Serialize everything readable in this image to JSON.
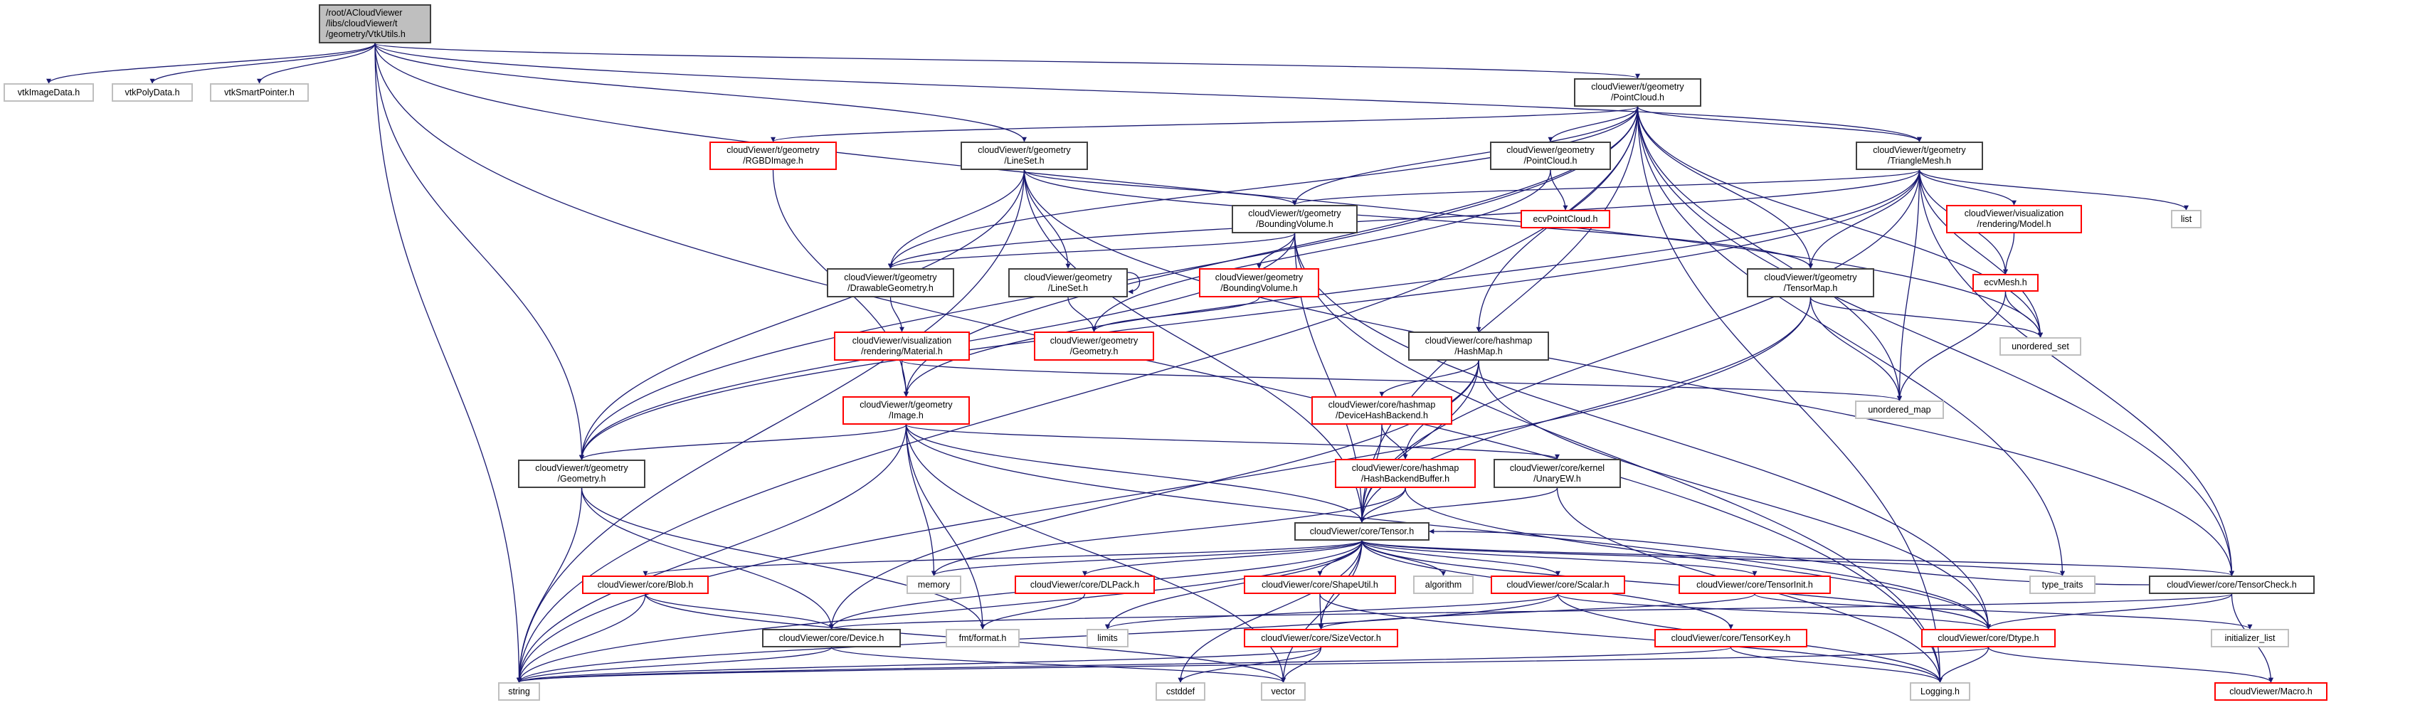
{
  "graph": {
    "type": "include-dependency-graph",
    "colors": {
      "edge": "#191970",
      "documented_border": "#404040",
      "undocumented_border": "#ff0000",
      "system_border": "#bfbfbf",
      "root_fill": "#bfbfbf"
    },
    "nodes": [
      {
        "id": "root",
        "label": "/root/ACloudViewer\n/libs/cloudViewer/t\n/geometry/VtkUtils.h",
        "kind": "root"
      },
      {
        "id": "vtkImageData",
        "label": "vtkImageData.h",
        "kind": "system"
      },
      {
        "id": "vtkPolyData",
        "label": "vtkPolyData.h",
        "kind": "system"
      },
      {
        "id": "vtkSmartPointer",
        "label": "vtkSmartPointer.h",
        "kind": "system"
      },
      {
        "id": "tPointCloud",
        "label": "cloudViewer/t/geometry\n/PointCloud.h",
        "kind": "doc"
      },
      {
        "id": "RGBDImage",
        "label": "cloudViewer/t/geometry\n/RGBDImage.h",
        "kind": "undoc"
      },
      {
        "id": "tLineSet",
        "label": "cloudViewer/t/geometry\n/LineSet.h",
        "kind": "doc"
      },
      {
        "id": "gPointCloud",
        "label": "cloudViewer/geometry\n/PointCloud.h",
        "kind": "doc"
      },
      {
        "id": "TriangleMesh",
        "label": "cloudViewer/t/geometry\n/TriangleMesh.h",
        "kind": "doc"
      },
      {
        "id": "BoundingVolume",
        "label": "cloudViewer/t/geometry\n/BoundingVolume.h",
        "kind": "doc"
      },
      {
        "id": "ecvPointCloud",
        "label": "ecvPointCloud.h",
        "kind": "undoc"
      },
      {
        "id": "Model",
        "label": "cloudViewer/visualization\n/rendering/Model.h",
        "kind": "undoc"
      },
      {
        "id": "list",
        "label": "list",
        "kind": "system"
      },
      {
        "id": "Drawable",
        "label": "cloudViewer/t/geometry\n/DrawableGeometry.h",
        "kind": "doc"
      },
      {
        "id": "gLineSet",
        "label": "cloudViewer/geometry\n/LineSet.h",
        "kind": "doc"
      },
      {
        "id": "gBoundingVolume",
        "label": "cloudViewer/geometry\n/BoundingVolume.h",
        "kind": "undoc"
      },
      {
        "id": "TensorMap",
        "label": "cloudViewer/t/geometry\n/TensorMap.h",
        "kind": "doc"
      },
      {
        "id": "ecvMesh",
        "label": "ecvMesh.h",
        "kind": "undoc"
      },
      {
        "id": "Material",
        "label": "cloudViewer/visualization\n/rendering/Material.h",
        "kind": "undoc"
      },
      {
        "id": "gGeometry",
        "label": "cloudViewer/geometry\n/Geometry.h",
        "kind": "undoc"
      },
      {
        "id": "HashMap",
        "label": "cloudViewer/core/hashmap\n/HashMap.h",
        "kind": "doc"
      },
      {
        "id": "unordered_set",
        "label": "unordered_set",
        "kind": "system"
      },
      {
        "id": "Image",
        "label": "cloudViewer/t/geometry\n/Image.h",
        "kind": "undoc"
      },
      {
        "id": "DeviceHashBackend",
        "label": "cloudViewer/core/hashmap\n/DeviceHashBackend.h",
        "kind": "undoc"
      },
      {
        "id": "unordered_map",
        "label": "unordered_map",
        "kind": "system"
      },
      {
        "id": "tGeometry",
        "label": "cloudViewer/t/geometry\n/Geometry.h",
        "kind": "doc"
      },
      {
        "id": "HashBackendBuffer",
        "label": "cloudViewer/core/hashmap\n/HashBackendBuffer.h",
        "kind": "undoc"
      },
      {
        "id": "UnaryEW",
        "label": "cloudViewer/core/kernel\n/UnaryEW.h",
        "kind": "doc"
      },
      {
        "id": "Tensor",
        "label": "cloudViewer/core/Tensor.h",
        "kind": "doc"
      },
      {
        "id": "Blob",
        "label": "cloudViewer/core/Blob.h",
        "kind": "undoc"
      },
      {
        "id": "memory",
        "label": "memory",
        "kind": "system"
      },
      {
        "id": "DLPack",
        "label": "cloudViewer/core/DLPack.h",
        "kind": "undoc"
      },
      {
        "id": "ShapeUtil",
        "label": "cloudViewer/core/ShapeUtil.h",
        "kind": "undoc"
      },
      {
        "id": "algorithm",
        "label": "algorithm",
        "kind": "system"
      },
      {
        "id": "Scalar",
        "label": "cloudViewer/core/Scalar.h",
        "kind": "undoc"
      },
      {
        "id": "TensorInit",
        "label": "cloudViewer/core/TensorInit.h",
        "kind": "undoc"
      },
      {
        "id": "type_traits",
        "label": "type_traits",
        "kind": "system"
      },
      {
        "id": "TensorCheck",
        "label": "cloudViewer/core/TensorCheck.h",
        "kind": "doc"
      },
      {
        "id": "Device",
        "label": "cloudViewer/core/Device.h",
        "kind": "doc"
      },
      {
        "id": "fmt",
        "label": "fmt/format.h",
        "kind": "system"
      },
      {
        "id": "limits",
        "label": "limits",
        "kind": "system"
      },
      {
        "id": "SizeVector",
        "label": "cloudViewer/core/SizeVector.h",
        "kind": "undoc"
      },
      {
        "id": "TensorKey",
        "label": "cloudViewer/core/TensorKey.h",
        "kind": "undoc"
      },
      {
        "id": "Dtype",
        "label": "cloudViewer/core/Dtype.h",
        "kind": "undoc"
      },
      {
        "id": "initializer_list",
        "label": "initializer_list",
        "kind": "system"
      },
      {
        "id": "string",
        "label": "string",
        "kind": "system"
      },
      {
        "id": "cstddef",
        "label": "cstddef",
        "kind": "system"
      },
      {
        "id": "vector",
        "label": "vector",
        "kind": "system"
      },
      {
        "id": "Logging",
        "label": "Logging.h",
        "kind": "system"
      },
      {
        "id": "Macro",
        "label": "cloudViewer/Macro.h",
        "kind": "undoc"
      }
    ],
    "edges": [
      [
        "root",
        "vtkImageData"
      ],
      [
        "root",
        "vtkPolyData"
      ],
      [
        "root",
        "vtkSmartPointer"
      ],
      [
        "root",
        "string"
      ],
      [
        "root",
        "tGeometry"
      ],
      [
        "root",
        "tLineSet"
      ],
      [
        "root",
        "tPointCloud"
      ],
      [
        "root",
        "TriangleMesh"
      ],
      [
        "root",
        "unordered_set"
      ],
      [
        "root",
        "Logging"
      ],
      [
        "tPointCloud",
        "RGBDImage"
      ],
      [
        "tPointCloud",
        "string"
      ],
      [
        "tPointCloud",
        "tGeometry"
      ],
      [
        "tPointCloud",
        "Drawable"
      ],
      [
        "tPointCloud",
        "Image"
      ],
      [
        "tPointCloud",
        "BoundingVolume"
      ],
      [
        "tPointCloud",
        "gPointCloud"
      ],
      [
        "tPointCloud",
        "HashMap"
      ],
      [
        "tPointCloud",
        "Tensor"
      ],
      [
        "tPointCloud",
        "TensorMap"
      ],
      [
        "tPointCloud",
        "TriangleMesh"
      ],
      [
        "tPointCloud",
        "TensorCheck"
      ],
      [
        "tPointCloud",
        "unordered_map"
      ],
      [
        "tPointCloud",
        "unordered_set"
      ],
      [
        "tPointCloud",
        "type_traits"
      ],
      [
        "tPointCloud",
        "Logging"
      ],
      [
        "tLineSet",
        "Drawable"
      ],
      [
        "tLineSet",
        "gLineSet"
      ],
      [
        "tLineSet",
        "tGeometry"
      ],
      [
        "tLineSet",
        "BoundingVolume"
      ],
      [
        "tLineSet",
        "Tensor"
      ],
      [
        "tLineSet",
        "string"
      ],
      [
        "tLineSet",
        "TensorMap"
      ],
      [
        "tLineSet",
        "TensorCheck"
      ],
      [
        "gPointCloud",
        "ecvPointCloud"
      ],
      [
        "gPointCloud",
        "gGeometry"
      ],
      [
        "gLineSet",
        "gLineSet"
      ],
      [
        "gLineSet",
        "gGeometry"
      ],
      [
        "BoundingVolume",
        "Drawable"
      ],
      [
        "BoundingVolume",
        "gBoundingVolume"
      ],
      [
        "BoundingVolume",
        "tGeometry"
      ],
      [
        "BoundingVolume",
        "Tensor"
      ],
      [
        "BoundingVolume",
        "Dtype"
      ],
      [
        "BoundingVolume",
        "Logging"
      ],
      [
        "gBoundingVolume",
        "gGeometry"
      ],
      [
        "Drawable",
        "Material"
      ],
      [
        "Material",
        "Image"
      ],
      [
        "Material",
        "unordered_map"
      ],
      [
        "RGBDImage",
        "Image"
      ],
      [
        "Image",
        "tGeometry"
      ],
      [
        "Image",
        "Tensor"
      ],
      [
        "Image",
        "memory"
      ],
      [
        "Image",
        "string"
      ],
      [
        "Image",
        "UnaryEW"
      ],
      [
        "Image",
        "Dtype"
      ],
      [
        "Image",
        "fmt"
      ],
      [
        "Image",
        "vector"
      ],
      [
        "TriangleMesh",
        "Model"
      ],
      [
        "TriangleMesh",
        "ecvMesh"
      ],
      [
        "TriangleMesh",
        "list"
      ],
      [
        "TriangleMesh",
        "TensorMap"
      ],
      [
        "TriangleMesh",
        "BoundingVolume"
      ],
      [
        "TriangleMesh",
        "tGeometry"
      ],
      [
        "TriangleMesh",
        "Drawable"
      ],
      [
        "TriangleMesh",
        "Tensor"
      ],
      [
        "TriangleMesh",
        "TensorCheck"
      ],
      [
        "TriangleMesh",
        "unordered_map"
      ],
      [
        "TriangleMesh",
        "unordered_set"
      ],
      [
        "TriangleMesh",
        "Image"
      ],
      [
        "Model",
        "ecvMesh"
      ],
      [
        "ecvMesh",
        "unordered_set"
      ],
      [
        "ecvMesh",
        "unordered_map"
      ],
      [
        "TensorMap",
        "unordered_map"
      ],
      [
        "TensorMap",
        "unordered_set"
      ],
      [
        "TensorMap",
        "Tensor"
      ],
      [
        "TensorMap",
        "string"
      ],
      [
        "HashMap",
        "DeviceHashBackend"
      ],
      [
        "HashMap",
        "HashBackendBuffer"
      ],
      [
        "HashMap",
        "Tensor"
      ],
      [
        "HashMap",
        "Device"
      ],
      [
        "HashMap",
        "Dtype"
      ],
      [
        "DeviceHashBackend",
        "HashBackendBuffer"
      ],
      [
        "DeviceHashBackend",
        "Tensor"
      ],
      [
        "HashBackendBuffer",
        "Tensor"
      ],
      [
        "HashBackendBuffer",
        "memory"
      ],
      [
        "HashBackendBuffer",
        "Dtype"
      ],
      [
        "UnaryEW",
        "Tensor"
      ],
      [
        "UnaryEW",
        "Logging"
      ],
      [
        "tGeometry",
        "string"
      ],
      [
        "tGeometry",
        "Device"
      ],
      [
        "tGeometry",
        "fmt"
      ],
      [
        "Tensor",
        "memory"
      ],
      [
        "Tensor",
        "DLPack"
      ],
      [
        "Tensor",
        "ShapeUtil"
      ],
      [
        "Tensor",
        "algorithm"
      ],
      [
        "Tensor",
        "Scalar"
      ],
      [
        "Tensor",
        "TensorInit"
      ],
      [
        "Tensor",
        "TensorKey"
      ],
      [
        "Tensor",
        "SizeVector"
      ],
      [
        "Tensor",
        "cstddef"
      ],
      [
        "Tensor",
        "Device"
      ],
      [
        "Tensor",
        "Blob"
      ],
      [
        "Tensor",
        "string"
      ],
      [
        "Tensor",
        "type_traits"
      ],
      [
        "Tensor",
        "TensorCheck"
      ],
      [
        "Tensor",
        "Dtype"
      ],
      [
        "Tensor",
        "vector"
      ],
      [
        "Tensor",
        "limits"
      ],
      [
        "TensorCheck",
        "Dtype"
      ],
      [
        "TensorCheck",
        "Device"
      ],
      [
        "TensorCheck",
        "Macro"
      ],
      [
        "TensorCheck",
        "Tensor"
      ],
      [
        "Blob",
        "Device"
      ],
      [
        "Blob",
        "string"
      ],
      [
        "Blob",
        "vector"
      ],
      [
        "Device",
        "string"
      ],
      [
        "Device",
        "vector"
      ],
      [
        "DLPack",
        "fmt"
      ],
      [
        "ShapeUtil",
        "SizeVector"
      ],
      [
        "ShapeUtil",
        "Logging"
      ],
      [
        "Scalar",
        "Dtype"
      ],
      [
        "Scalar",
        "Logging"
      ],
      [
        "Scalar",
        "string"
      ],
      [
        "Scalar",
        "limits"
      ],
      [
        "TensorInit",
        "initializer_list"
      ],
      [
        "TensorInit",
        "SizeVector"
      ],
      [
        "TensorKey",
        "Logging"
      ],
      [
        "TensorKey",
        "string"
      ],
      [
        "SizeVector",
        "cstddef"
      ],
      [
        "SizeVector",
        "vector"
      ],
      [
        "SizeVector",
        "string"
      ],
      [
        "Dtype",
        "Logging"
      ],
      [
        "Dtype",
        "Macro"
      ],
      [
        "Dtype",
        "string"
      ]
    ]
  }
}
